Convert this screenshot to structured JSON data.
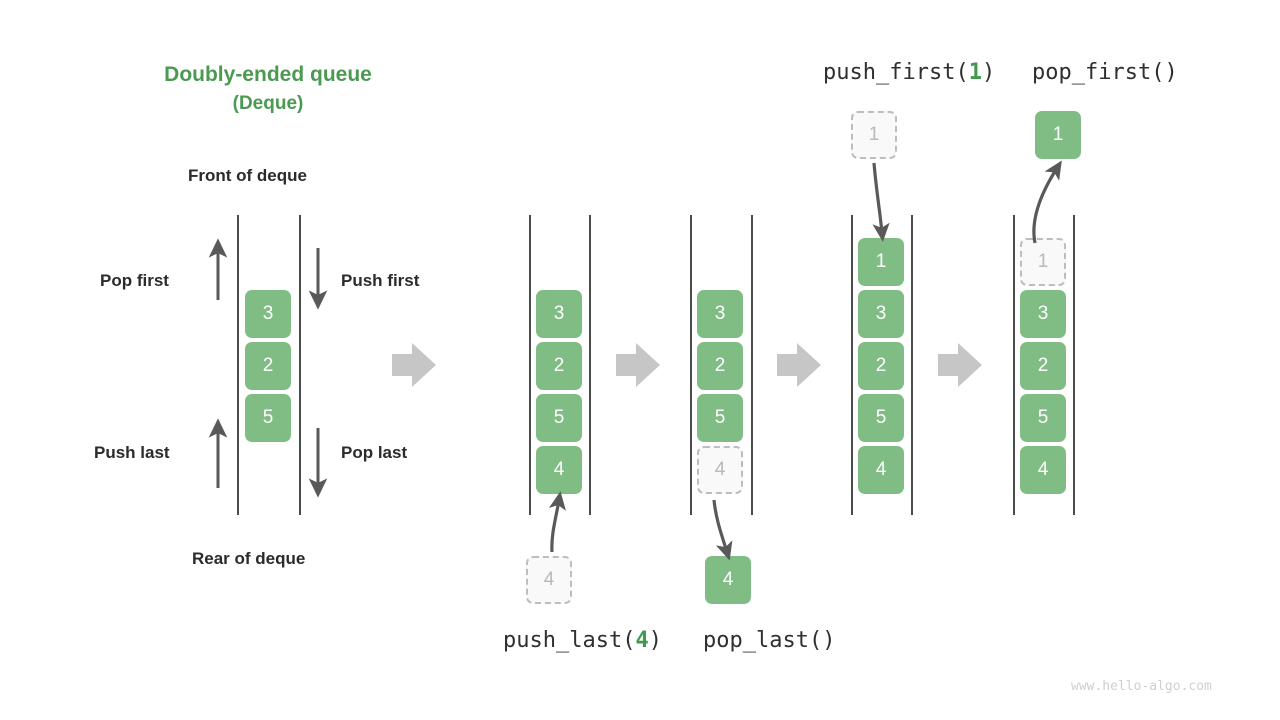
{
  "title": {
    "line1": "Doubly-ended queue",
    "line2": "(Deque)",
    "color": "#4a9a52"
  },
  "labels": {
    "front_of_deque": "Front of deque",
    "rear_of_deque": "Rear of deque",
    "pop_first": "Pop first",
    "push_first": "Push first",
    "push_last": "Push last",
    "pop_last": "Pop last"
  },
  "operations": {
    "push_last": {
      "name": "push_last",
      "open": "(",
      "arg": "4",
      "close": ")"
    },
    "pop_last": {
      "name": "pop_last",
      "open": "(",
      "arg": "",
      "close": ")"
    },
    "push_first": {
      "name": "push_first",
      "open": "(",
      "arg": "1",
      "close": ")"
    },
    "pop_first": {
      "name": "pop_first",
      "open": "(",
      "arg": "",
      "close": ")"
    }
  },
  "colors": {
    "accent_green": "#4a9a52",
    "box_green": "#80bd85",
    "ghost_fill": "#f9f9f9",
    "ghost_border": "#bdbdbd",
    "ghost_text": "#b9b9b9",
    "rail": "#4c4c4c",
    "thin_arrow": "#595959",
    "block_arrow": "#c6c6c6",
    "text_dark": "#2b2b2b",
    "watermark": "#cfcfcf"
  },
  "panels": [
    {
      "id": "panel-initial",
      "items": [
        {
          "value": "3",
          "state": "solid"
        },
        {
          "value": "2",
          "state": "solid"
        },
        {
          "value": "5",
          "state": "solid"
        }
      ],
      "detached": []
    },
    {
      "id": "panel-after-push-last",
      "items": [
        {
          "value": "3",
          "state": "solid"
        },
        {
          "value": "2",
          "state": "solid"
        },
        {
          "value": "5",
          "state": "solid"
        },
        {
          "value": "4",
          "state": "solid"
        }
      ],
      "detached": [
        {
          "value": "4",
          "state": "ghost",
          "position": "below"
        }
      ]
    },
    {
      "id": "panel-before-pop-last",
      "items": [
        {
          "value": "3",
          "state": "solid"
        },
        {
          "value": "2",
          "state": "solid"
        },
        {
          "value": "5",
          "state": "solid"
        },
        {
          "value": "4",
          "state": "ghost"
        }
      ],
      "detached": [
        {
          "value": "4",
          "state": "solid",
          "position": "below"
        }
      ]
    },
    {
      "id": "panel-after-push-first",
      "items": [
        {
          "value": "1",
          "state": "solid"
        },
        {
          "value": "3",
          "state": "solid"
        },
        {
          "value": "2",
          "state": "solid"
        },
        {
          "value": "5",
          "state": "solid"
        },
        {
          "value": "4",
          "state": "solid"
        }
      ],
      "detached": [
        {
          "value": "1",
          "state": "ghost",
          "position": "above"
        }
      ]
    },
    {
      "id": "panel-before-pop-first",
      "items": [
        {
          "value": "1",
          "state": "ghost"
        },
        {
          "value": "3",
          "state": "solid"
        },
        {
          "value": "2",
          "state": "solid"
        },
        {
          "value": "5",
          "state": "solid"
        },
        {
          "value": "4",
          "state": "solid"
        }
      ],
      "detached": [
        {
          "value": "1",
          "state": "solid",
          "position": "above"
        }
      ]
    }
  ],
  "watermark": "www.hello-algo.com"
}
